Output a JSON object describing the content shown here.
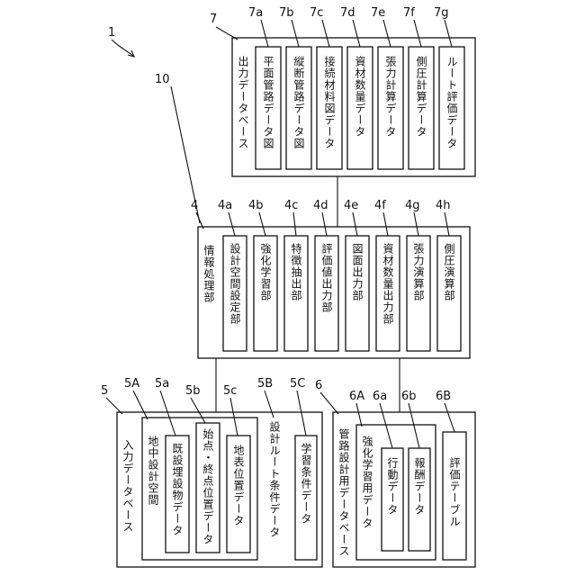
{
  "system_ref": "1",
  "connection_ref": "10",
  "output_db": {
    "ref": "7",
    "label": "出力データベース",
    "items": [
      {
        "ref": "7a",
        "label": "平面管路データ図"
      },
      {
        "ref": "7b",
        "label": "縦断管路データ図"
      },
      {
        "ref": "7c",
        "label": "接続材料図データ"
      },
      {
        "ref": "7d",
        "label": "資材数量データ"
      },
      {
        "ref": "7e",
        "label": "張力計算データ"
      },
      {
        "ref": "7f",
        "label": "側圧計算データ"
      },
      {
        "ref": "7g",
        "label": "ルート評価データ"
      }
    ]
  },
  "processing": {
    "ref": "4",
    "label": "情報処理部",
    "items": [
      {
        "ref": "4a",
        "label": "設計空間設定部"
      },
      {
        "ref": "4b",
        "label": "強化学習部"
      },
      {
        "ref": "4c",
        "label": "特徴抽出部"
      },
      {
        "ref": "4d",
        "label": "評価値出力部"
      },
      {
        "ref": "4e",
        "label": "図面出力部"
      },
      {
        "ref": "4f",
        "label": "資材数量出力部"
      },
      {
        "ref": "4g",
        "label": "張力演算部"
      },
      {
        "ref": "4h",
        "label": "側圧演算部"
      }
    ]
  },
  "input_db": {
    "ref": "5",
    "label": "入力データベース",
    "space": {
      "ref": "5A",
      "label": "地中設計空間",
      "items": [
        {
          "ref": "5a",
          "label": "既設埋設物データ"
        },
        {
          "ref": "5b",
          "label": "始点・終点位置データ"
        },
        {
          "ref": "5c",
          "label": "地表位置データ"
        }
      ]
    },
    "route_cond": {
      "ref": "5B",
      "label": "設計ルート条件データ"
    },
    "learning_cond": {
      "ref": "5C",
      "label": "学習条件データ"
    }
  },
  "pipe_db": {
    "ref": "6",
    "label": "管路設計用データベース",
    "rl_data": {
      "ref": "6A",
      "label": "強化学習用データ",
      "items": [
        {
          "ref": "6a",
          "label": "行動データ"
        },
        {
          "ref": "6b",
          "label": "報酬データ"
        }
      ]
    },
    "eval_table": {
      "ref": "6B",
      "label": "評価テーブル"
    }
  }
}
